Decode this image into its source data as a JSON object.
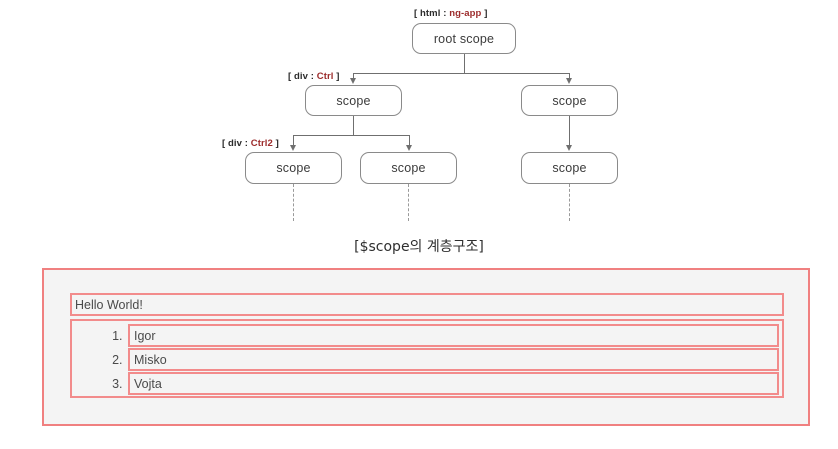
{
  "diagram": {
    "nodes": [
      {
        "id": "root",
        "label": "root scope"
      },
      {
        "id": "l2a",
        "label": "scope"
      },
      {
        "id": "l2b",
        "label": "scope"
      },
      {
        "id": "l3a",
        "label": "scope"
      },
      {
        "id": "l3b",
        "label": "scope"
      },
      {
        "id": "l3c",
        "label": "scope"
      }
    ],
    "tags": [
      {
        "id": "root-tag",
        "open": "[ html : ",
        "accent": "ng-app",
        "close": " ]"
      },
      {
        "id": "ctrl-tag",
        "open": "[ div : ",
        "accent": "Ctrl",
        "close": " ]"
      },
      {
        "id": "ctrl2-tag",
        "open": "[ div : ",
        "accent": "Ctrl2",
        "close": " ]"
      }
    ]
  },
  "caption": "[$scope의 계층구조]",
  "demo": {
    "greeting": "Hello World!",
    "names": [
      "Igor",
      "Misko",
      "Vojta"
    ]
  },
  "colors": {
    "panel_border": "#f08080",
    "box_border": "#f28b8b",
    "panel_bg": "#f4f4f4",
    "node_border": "#8a8a8a",
    "connector": "#6f6f6f",
    "accent_text": "#9c2b2b"
  }
}
